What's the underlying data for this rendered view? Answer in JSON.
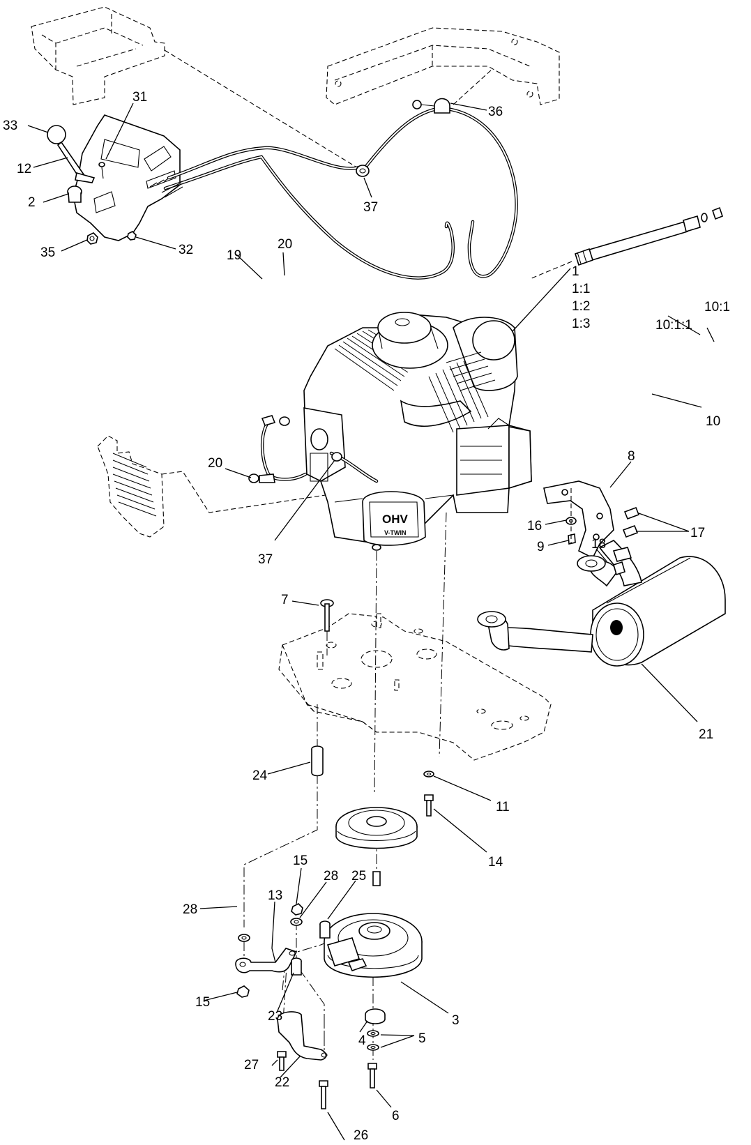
{
  "diagram": {
    "engine_markings": {
      "ohv": "OHV",
      "brand": "V-TWIN"
    },
    "callouts": [
      {
        "id": "c33",
        "text": "33"
      },
      {
        "id": "c31",
        "text": "31"
      },
      {
        "id": "c12",
        "text": "12"
      },
      {
        "id": "c2",
        "text": "2"
      },
      {
        "id": "c35",
        "text": "35"
      },
      {
        "id": "c32",
        "text": "32"
      },
      {
        "id": "c36",
        "text": "36"
      },
      {
        "id": "c37a",
        "text": "37"
      },
      {
        "id": "c1",
        "text": "1"
      },
      {
        "id": "c1_1",
        "text": "1:1"
      },
      {
        "id": "c1_2",
        "text": "1:2"
      },
      {
        "id": "c1_3",
        "text": "1:3"
      },
      {
        "id": "c10_1",
        "text": "10:1"
      },
      {
        "id": "c10_1_1",
        "text": "10:1:1"
      },
      {
        "id": "c10",
        "text": "10"
      },
      {
        "id": "c19",
        "text": "19"
      },
      {
        "id": "c20a",
        "text": "20"
      },
      {
        "id": "c20b",
        "text": "20"
      },
      {
        "id": "c8",
        "text": "8"
      },
      {
        "id": "c16",
        "text": "16"
      },
      {
        "id": "c17",
        "text": "17"
      },
      {
        "id": "c9",
        "text": "9"
      },
      {
        "id": "c18",
        "text": "18"
      },
      {
        "id": "c37b",
        "text": "37"
      },
      {
        "id": "c7",
        "text": "7"
      },
      {
        "id": "c21",
        "text": "21"
      },
      {
        "id": "c24",
        "text": "24"
      },
      {
        "id": "c11",
        "text": "11"
      },
      {
        "id": "c14",
        "text": "14"
      },
      {
        "id": "c15a",
        "text": "15"
      },
      {
        "id": "c28a",
        "text": "28"
      },
      {
        "id": "c25",
        "text": "25"
      },
      {
        "id": "c28b",
        "text": "28"
      },
      {
        "id": "c13",
        "text": "13"
      },
      {
        "id": "c15b",
        "text": "15"
      },
      {
        "id": "c23",
        "text": "23"
      },
      {
        "id": "c3",
        "text": "3"
      },
      {
        "id": "c4",
        "text": "4"
      },
      {
        "id": "c5",
        "text": "5"
      },
      {
        "id": "c27",
        "text": "27"
      },
      {
        "id": "c22",
        "text": "22"
      },
      {
        "id": "c6",
        "text": "6"
      },
      {
        "id": "c26",
        "text": "26"
      }
    ]
  }
}
